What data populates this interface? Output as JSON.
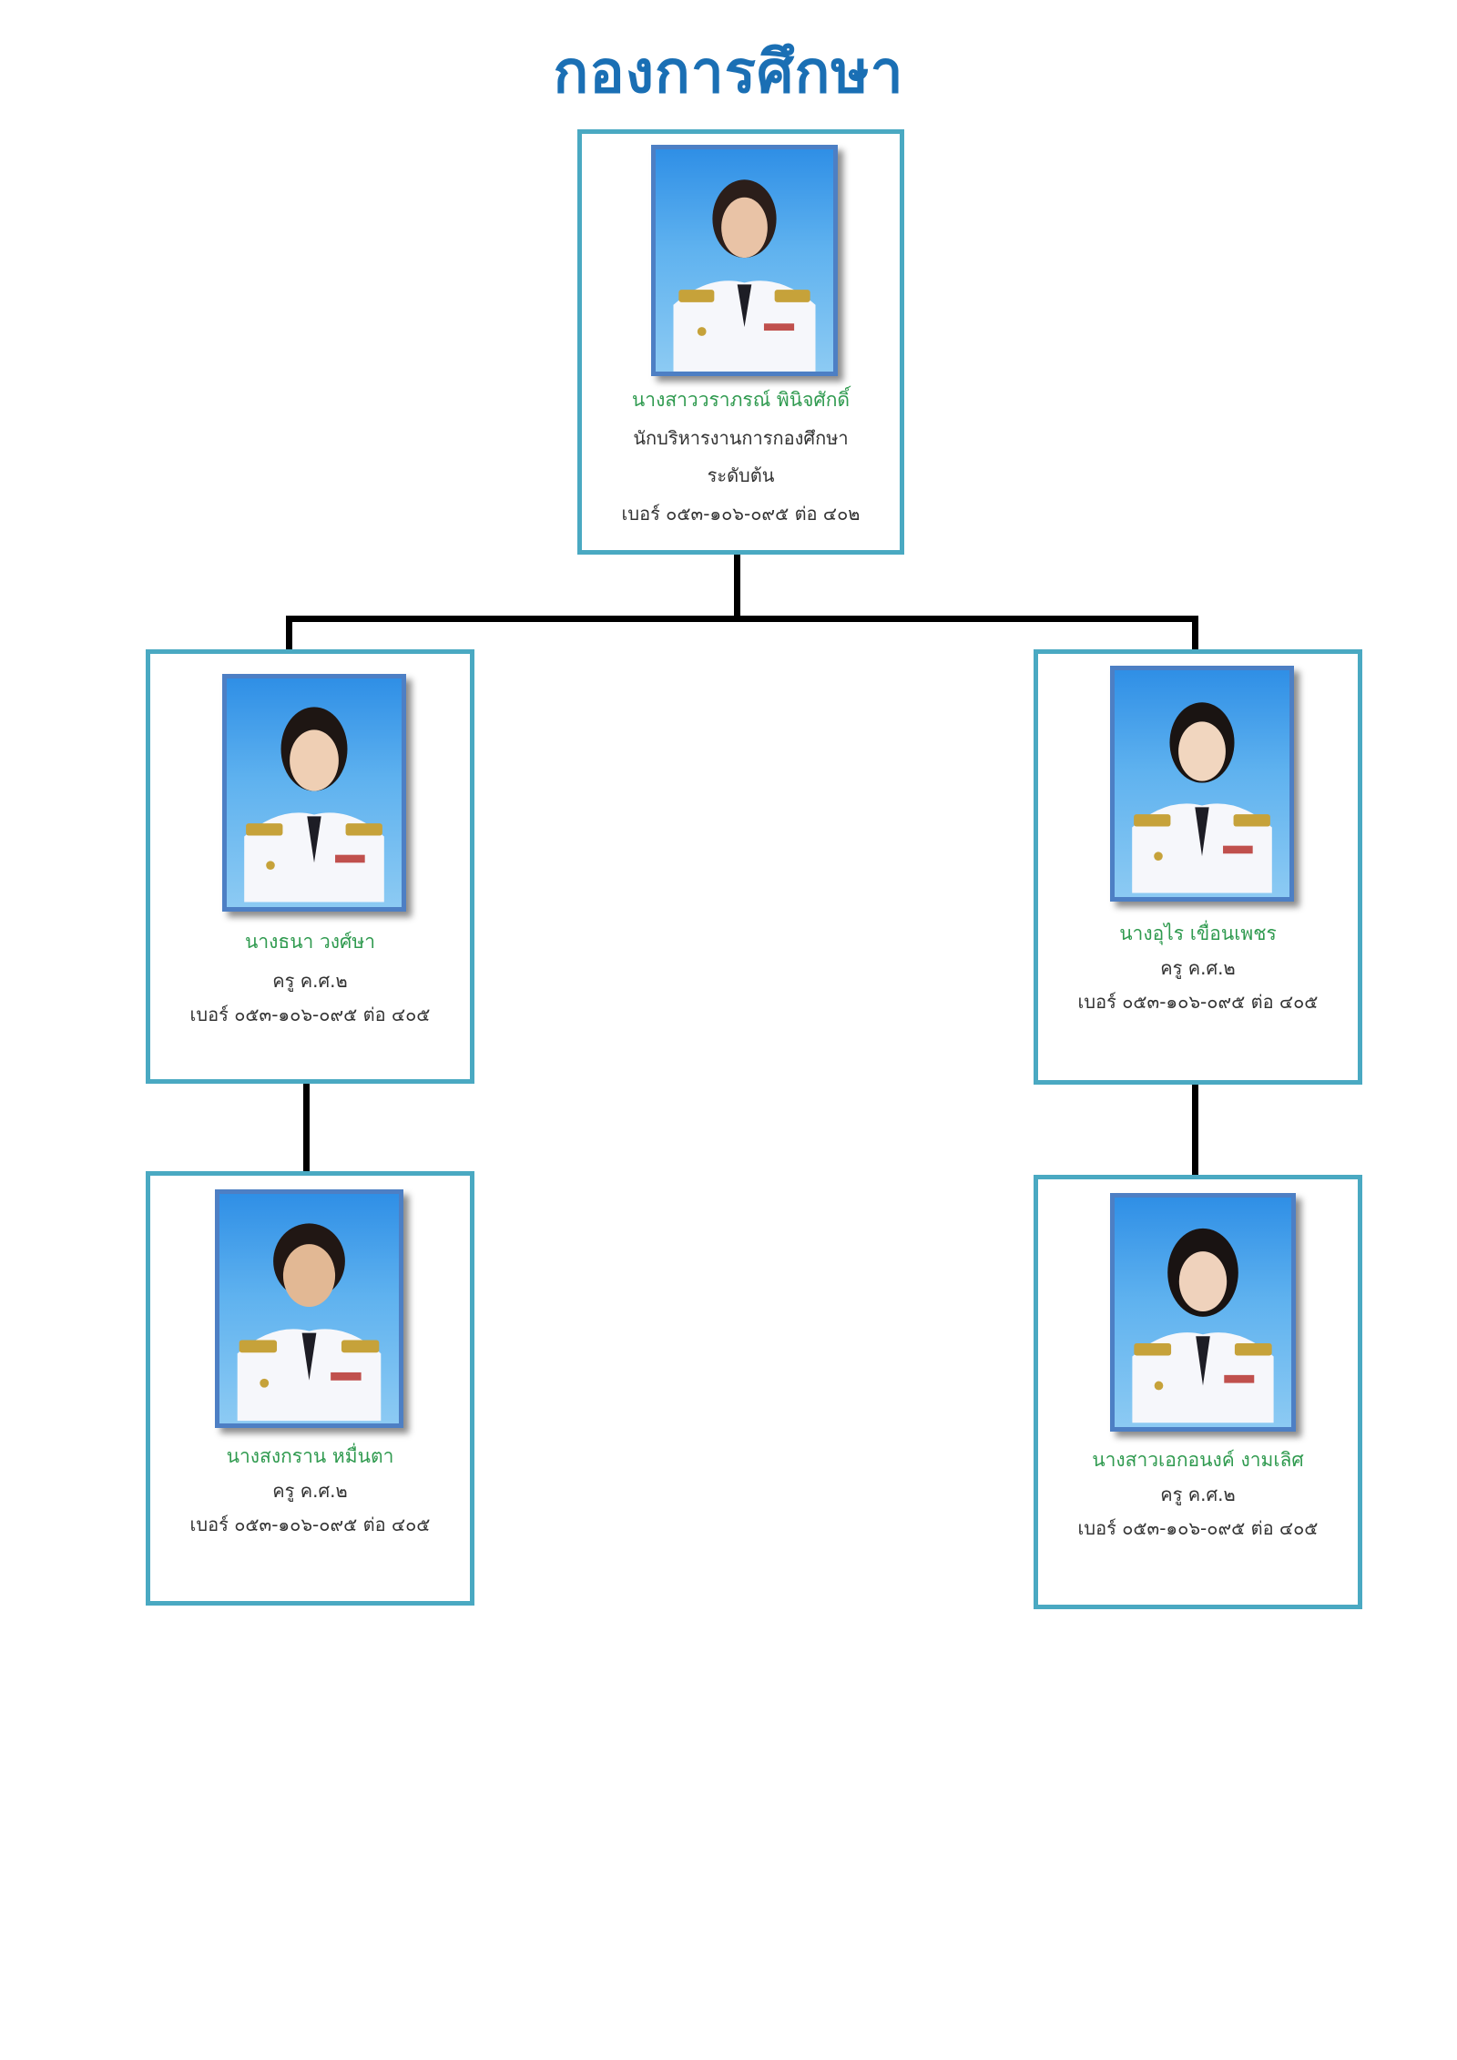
{
  "title": "กองการศึกษา",
  "colors": {
    "title": "#1a6fb4",
    "card_border": "#4aa9c2",
    "photo_border": "#4d7fc4",
    "name": "#2f9a4f",
    "connector": "#000000"
  },
  "head": {
    "name": "นางสาววราภรณ์  พินิจศักดิ์",
    "position": "นักบริหารงานการกองศึกษา",
    "level": "ระดับต้น",
    "phone": "เบอร์ ๐๕๓-๑๐๖-๐๙๕ ต่อ ๔๐๒"
  },
  "staff": [
    {
      "name": "นางธนา  วงศ์ษา",
      "position": "ครู ค.ศ.๒",
      "phone": "เบอร์ ๐๕๓-๑๐๖-๐๙๕ ต่อ ๔๐๕"
    },
    {
      "name": "นางอุไร  เขื่อนเพชร",
      "position": "ครู ค.ศ.๒",
      "phone": "เบอร์ ๐๕๓-๑๐๖-๐๙๕ ต่อ ๔๐๕"
    },
    {
      "name": "นางสงกราน  หมื่นตา",
      "position": "ครู ค.ศ.๒",
      "phone": "เบอร์ ๐๕๓-๑๐๖-๐๙๕ ต่อ ๔๐๕"
    },
    {
      "name": "นางสาวเอกอนงค์  งามเลิศ",
      "position": "ครู ค.ศ.๒",
      "phone": "เบอร์ ๐๕๓-๑๐๖-๐๙๕ ต่อ ๔๐๕"
    }
  ]
}
